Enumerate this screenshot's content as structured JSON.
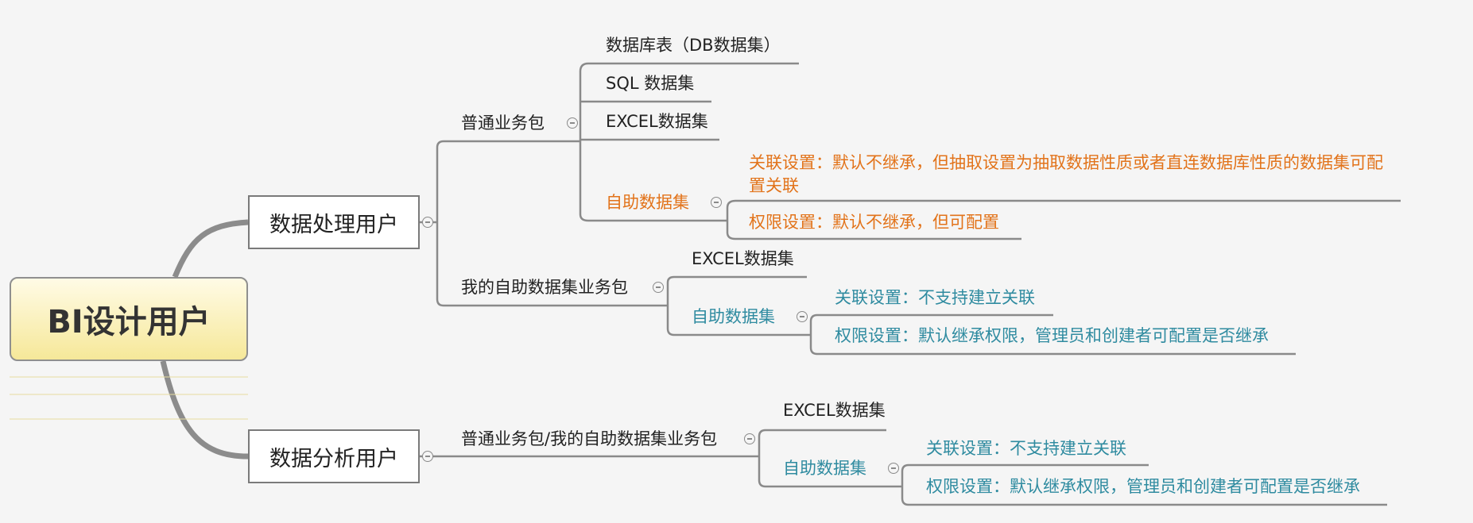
{
  "root": {
    "label": "BI设计用户"
  },
  "users": {
    "processing": {
      "label": "数据处理用户",
      "normal_pkg": {
        "label": "普通业务包",
        "db_table": "数据库表（DB数据集）",
        "sql": "SQL 数据集",
        "excel": "EXCEL数据集",
        "selfhelp": {
          "label": "自助数据集",
          "assoc": "关联设置：默认不继承，但抽取设置为抽取数据性质或者直连数据库性质的数据集可配置关联",
          "perm": "权限设置：默认不继承，但可配置"
        }
      },
      "my_pkg": {
        "label": "我的自助数据集业务包",
        "excel": "EXCEL数据集",
        "selfhelp": {
          "label": "自助数据集",
          "assoc": "关联设置：不支持建立关联",
          "perm": "权限设置：默认继承权限，管理员和创建者可配置是否继承"
        }
      }
    },
    "analysis": {
      "label": "数据分析用户",
      "pkg": {
        "label": "普通业务包/我的自助数据集业务包",
        "excel": "EXCEL数据集",
        "selfhelp": {
          "label": "自助数据集",
          "assoc": "关联设置：不支持建立关联",
          "perm": "权限设置：默认继承权限，管理员和创建者可配置是否继承"
        }
      }
    }
  },
  "colors": {
    "self_help_processing": "#e2731a",
    "self_help_teal": "#2f8ba0",
    "line": "#8a8a8a"
  }
}
